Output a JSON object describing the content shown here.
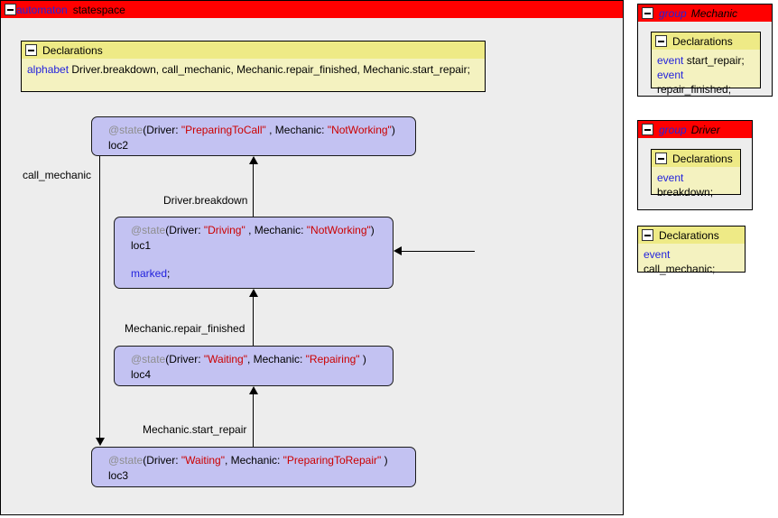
{
  "automaton": {
    "keyword": "automaton",
    "name": "statespace",
    "collapse_icon": "minus-icon",
    "declarations": {
      "header": "Declarations",
      "keyword": "alphabet",
      "value": "Driver.breakdown,  call_mechanic,  Mechanic.repair_finished,  Mechanic.start_repair;"
    },
    "states": [
      {
        "id": "loc2",
        "annotation": "@state",
        "open": "(Driver: ",
        "driver_value": "\"PreparingToCall\"",
        "middle": " , Mechanic: ",
        "mechanic_value": "\"NotWorking\"",
        "close": ")",
        "name": "loc2",
        "marked": ""
      },
      {
        "id": "loc1",
        "annotation": "@state",
        "open": "(Driver: ",
        "driver_value": "\"Driving\"",
        "middle": " , Mechanic: ",
        "mechanic_value": "\"NotWorking\"",
        "close": ")",
        "name": "loc1",
        "marked": "marked",
        "marked_semicolon": ";"
      },
      {
        "id": "loc4",
        "annotation": "@state",
        "open": "(Driver: ",
        "driver_value": "\"Waiting\"",
        "middle": ", Mechanic: ",
        "mechanic_value": "\"Repairing\"",
        "close": " )",
        "name": "loc4",
        "marked": ""
      },
      {
        "id": "loc3",
        "annotation": "@state",
        "open": "(Driver: ",
        "driver_value": "\"Waiting\"",
        "middle": ", Mechanic: ",
        "mechanic_value": "\"PreparingToRepair\"",
        "close": " )",
        "name": "loc3",
        "marked": ""
      }
    ],
    "edges": [
      {
        "label": "call_mechanic",
        "from": "loc2",
        "to": "loc3"
      },
      {
        "label": "Driver.breakdown",
        "from": "loc1",
        "to": "loc2"
      },
      {
        "label": "Mechanic.repair_finished",
        "from": "loc4",
        "to": "loc1"
      },
      {
        "label": "Mechanic.start_repair",
        "from": "loc3",
        "to": "loc4"
      }
    ],
    "initial_arrow": "initial-state-arrow"
  },
  "groups": [
    {
      "keyword": "group",
      "name": "Mechanic",
      "declarations": {
        "header": "Declarations",
        "lines": [
          {
            "keyword": "event",
            "value": "start_repair;"
          },
          {
            "keyword": "event",
            "value": "repair_finished;"
          }
        ]
      }
    },
    {
      "keyword": "group",
      "name": "Driver",
      "declarations": {
        "header": "Declarations",
        "lines": [
          {
            "keyword": "event",
            "value": "breakdown;"
          }
        ]
      }
    }
  ],
  "standalone_declarations": {
    "header": "Declarations",
    "lines": [
      {
        "keyword": "event",
        "value": "call_mechanic;"
      }
    ]
  },
  "colors": {
    "titlebar": "#ff0000",
    "panel_bg": "#ededed",
    "declaration_bg": "#f4f2c0",
    "declaration_header_bg": "#eeea86",
    "state_bg": "#c3c2f2",
    "keyword_blue": "#2222dd",
    "string_red": "#cc0000",
    "annotation_gray": "#8e8e8e"
  }
}
